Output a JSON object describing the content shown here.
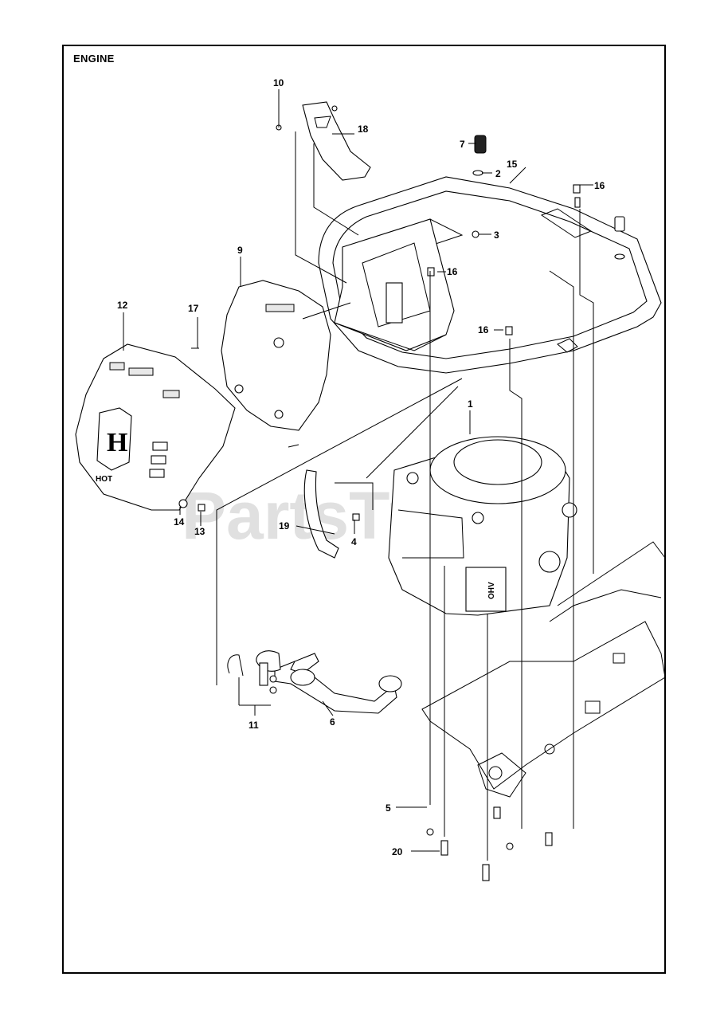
{
  "title": "ENGINE",
  "watermark": "PartsTree",
  "brand_mark": "H",
  "cover_text": "HOT",
  "engine_label": "OHV",
  "callouts": [
    {
      "id": "c1",
      "label": "1"
    },
    {
      "id": "c2",
      "label": "2"
    },
    {
      "id": "c3",
      "label": "3"
    },
    {
      "id": "c4",
      "label": "4"
    },
    {
      "id": "c5",
      "label": "5"
    },
    {
      "id": "c6",
      "label": "6"
    },
    {
      "id": "c7",
      "label": "7"
    },
    {
      "id": "c9",
      "label": "9"
    },
    {
      "id": "c10",
      "label": "10"
    },
    {
      "id": "c11",
      "label": "11"
    },
    {
      "id": "c12",
      "label": "12"
    },
    {
      "id": "c13",
      "label": "13"
    },
    {
      "id": "c14",
      "label": "14"
    },
    {
      "id": "c15",
      "label": "15"
    },
    {
      "id": "c16a",
      "label": "16"
    },
    {
      "id": "c16b",
      "label": "16"
    },
    {
      "id": "c16c",
      "label": "16"
    },
    {
      "id": "c17",
      "label": "17"
    },
    {
      "id": "c18",
      "label": "18"
    },
    {
      "id": "c19",
      "label": "19"
    },
    {
      "id": "c20",
      "label": "20"
    }
  ]
}
